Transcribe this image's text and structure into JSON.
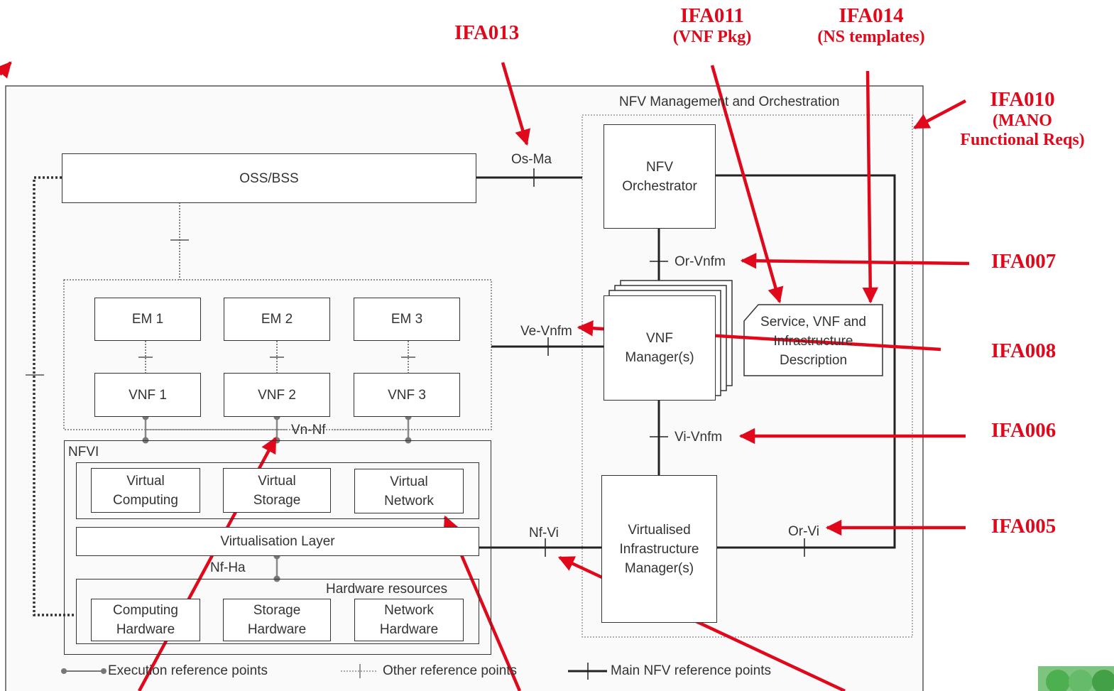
{
  "diagram": {
    "mano_title": "NFV Management and Orchestration",
    "oss_bss": "OSS/BSS",
    "nfv_orchestrator": [
      "NFV",
      "Orchestrator"
    ],
    "vnf_manager": [
      "VNF",
      "Manager(s)"
    ],
    "descriptor": [
      "Service, VNF and",
      "Infrastructure",
      "Description"
    ],
    "vim": [
      "Virtualised",
      "Infrastructure",
      "Manager(s)"
    ],
    "em": [
      "EM 1",
      "EM 2",
      "EM 3"
    ],
    "vnf": [
      "VNF 1",
      "VNF 2",
      "VNF 3"
    ],
    "nfvi": "NFVI",
    "virtual_resources": [
      [
        "Virtual",
        "Computing"
      ],
      [
        "Virtual",
        "Storage"
      ],
      [
        "Virtual",
        "Network"
      ]
    ],
    "virtualisation_layer": "Virtualisation Layer",
    "hardware_resources": "Hardware resources",
    "hardware": [
      [
        "Computing",
        "Hardware"
      ],
      [
        "Storage",
        "Hardware"
      ],
      [
        "Network",
        "Hardware"
      ]
    ],
    "reference_points": {
      "os_ma": "Os-Ma",
      "or_vnfm": "Or-Vnfm",
      "ve_vnfm": "Ve-Vnfm",
      "vi_vnfm": "Vi-Vnfm",
      "nf_vi": "Nf-Vi",
      "or_vi": "Or-Vi",
      "vn_nf": "Vn-Nf",
      "nf_ha": "Nf-Ha"
    },
    "legend": [
      "Execution reference points",
      "Other reference points",
      "Main NFV reference points"
    ]
  },
  "annotations": {
    "ifa013": "IFA013",
    "ifa011": [
      "IFA011",
      "(VNF Pkg)"
    ],
    "ifa014": [
      "IFA014",
      "(NS templates)"
    ],
    "ifa010": [
      "IFA010",
      "(MANO",
      "Functional Reqs)"
    ],
    "ifa007": "IFA007",
    "ifa008": "IFA008",
    "ifa006": "IFA006",
    "ifa005": "IFA005"
  },
  "colors": {
    "annotation": "#e0081a",
    "line": "#333333",
    "logo": "#4caf50"
  }
}
